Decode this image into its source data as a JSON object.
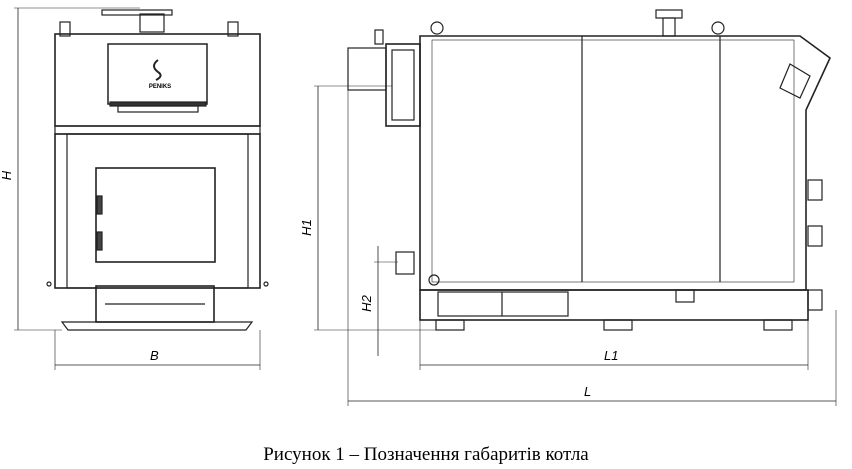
{
  "figure": {
    "caption": "Рисунок 1 – Позначення габаритів котла",
    "dimensions": {
      "height": "H",
      "width": "B",
      "h1": "H1",
      "h2": "H2",
      "l1": "L1",
      "length": "L"
    },
    "logo_text": "PENIKS"
  }
}
